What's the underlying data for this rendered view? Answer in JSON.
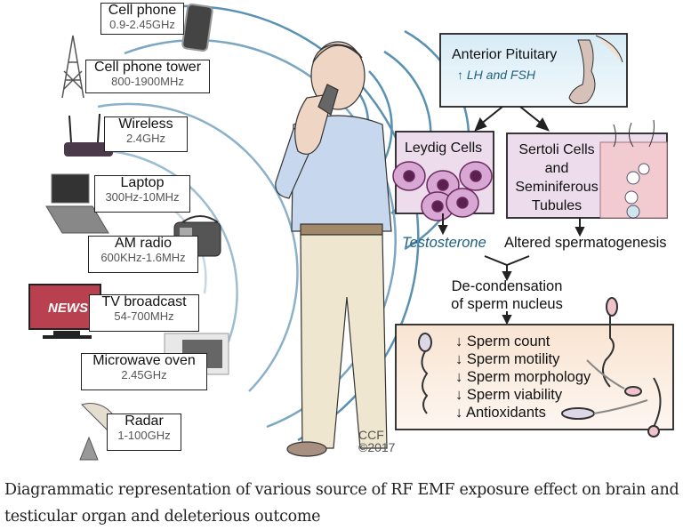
{
  "sources": [
    {
      "name": "Cell phone",
      "freq": "0.9-2.45GHz",
      "icon": "cell-phone-icon"
    },
    {
      "name": "Cell phone tower",
      "freq": "800-1900MHz",
      "icon": "cell-tower-icon"
    },
    {
      "name": "Wireless",
      "freq": "2.4GHz",
      "icon": "wireless-router-icon"
    },
    {
      "name": "Laptop",
      "freq": "300Hz-10MHz",
      "icon": "laptop-icon"
    },
    {
      "name": "AM radio",
      "freq": "600KHz-1.6MHz",
      "icon": "radio-icon"
    },
    {
      "name": "TV broadcast",
      "freq": "54-700MHz",
      "icon": "tv-icon"
    },
    {
      "name": "Microwave oven",
      "freq": "2.45GHz",
      "icon": "microwave-icon"
    },
    {
      "name": "Radar",
      "freq": "1-100GHz",
      "icon": "radar-dish-icon"
    }
  ],
  "tv_screen_text": "NEWS",
  "pituitary": {
    "title": "Anterior Pituitary",
    "effect": "LH and FSH",
    "effect_arrow": "↑"
  },
  "leydig": {
    "title": "Leydig Cells",
    "output": "Testosterone"
  },
  "sertoli": {
    "line1": "Sertoli Cells",
    "line2": "and",
    "line3": "Seminiferous",
    "line4": "Tubules",
    "output": "Altered spermatogenesis"
  },
  "decondensation": {
    "line1": "De-condensation",
    "line2": "of sperm nucleus"
  },
  "effects": [
    {
      "arrow": "↓",
      "label": "Sperm count"
    },
    {
      "arrow": "↓",
      "label": "Sperm motility"
    },
    {
      "arrow": "↓",
      "label": "Sperm morphology"
    },
    {
      "arrow": "↓",
      "label": "Sperm viability"
    },
    {
      "arrow": "↓",
      "label": "Antioxidants"
    }
  ],
  "credit": {
    "line1": "CCF",
    "line2": "©2017"
  },
  "caption": "Diagrammatic representation of various source of RF EMF exposure effect on brain and testicular organ and deleterious outcome",
  "colors": {
    "wave": "#3d7ea6",
    "pituitary_bg": "#e3f1f8",
    "cell_box_bg": "#ecdcec",
    "effects_bg": "#fbeee2",
    "testosterone": "#1f5f80",
    "pants": "#efe6cf",
    "shirt": "#c7d8ee"
  }
}
